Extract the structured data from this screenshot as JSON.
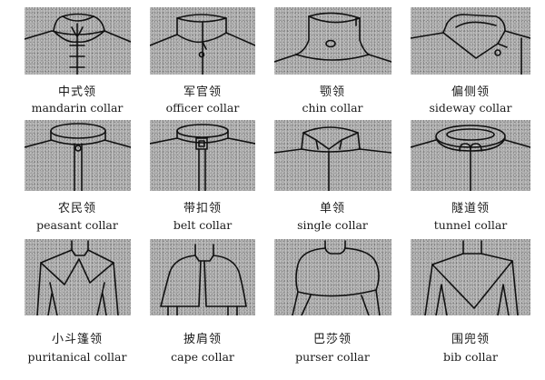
{
  "figure": {
    "items": [
      {
        "cn": "中式领",
        "en": "mandarin collar"
      },
      {
        "cn": "军官领",
        "en": "officer collar"
      },
      {
        "cn": "颚领",
        "en": "chin collar"
      },
      {
        "cn": "偏侧领",
        "en": "sideway collar"
      },
      {
        "cn": "农民领",
        "en": "peasant collar"
      },
      {
        "cn": "带扣领",
        "en": "belt collar"
      },
      {
        "cn": "单领",
        "en": "single collar"
      },
      {
        "cn": "隧道领",
        "en": "tunnel collar"
      },
      {
        "cn": "小斗篷领",
        "en": "puritanical collar"
      },
      {
        "cn": "披肩领",
        "en": "cape collar"
      },
      {
        "cn": "巴莎领",
        "en": "purser collar"
      },
      {
        "cn": "围兜领",
        "en": "bib collar"
      }
    ],
    "colors": {
      "panel_bg": "#a9a9a9",
      "line": "#111111",
      "text": "#1a1a1a",
      "page_bg": "#ffffff"
    }
  }
}
